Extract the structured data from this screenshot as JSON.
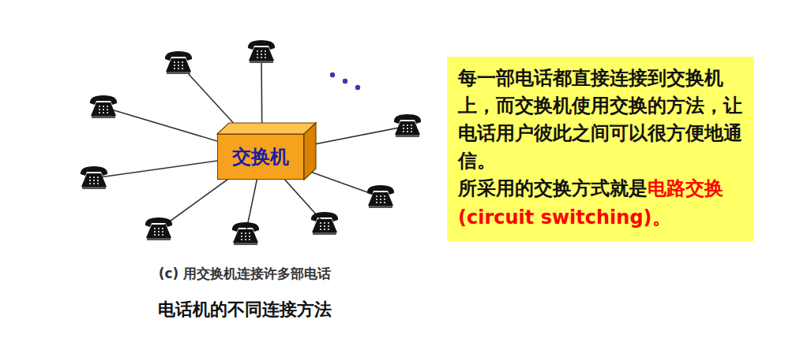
{
  "diagram": {
    "title": "电话机的不同连接方法",
    "caption": "(c) 用交换机连接许多部电话",
    "nodes": [
      {
        "text": [
          "交换机"
        ]
      },
      {
        "text": [
          "每一部电话都直接连接到交换机上，而交换机使用交换的方法，让电话用户彼此之间可以很方便地通信。",
          "所采用的交换方式就是",
          "电路交换 (circuit switching)。"
        ]
      }
    ]
  }
}
